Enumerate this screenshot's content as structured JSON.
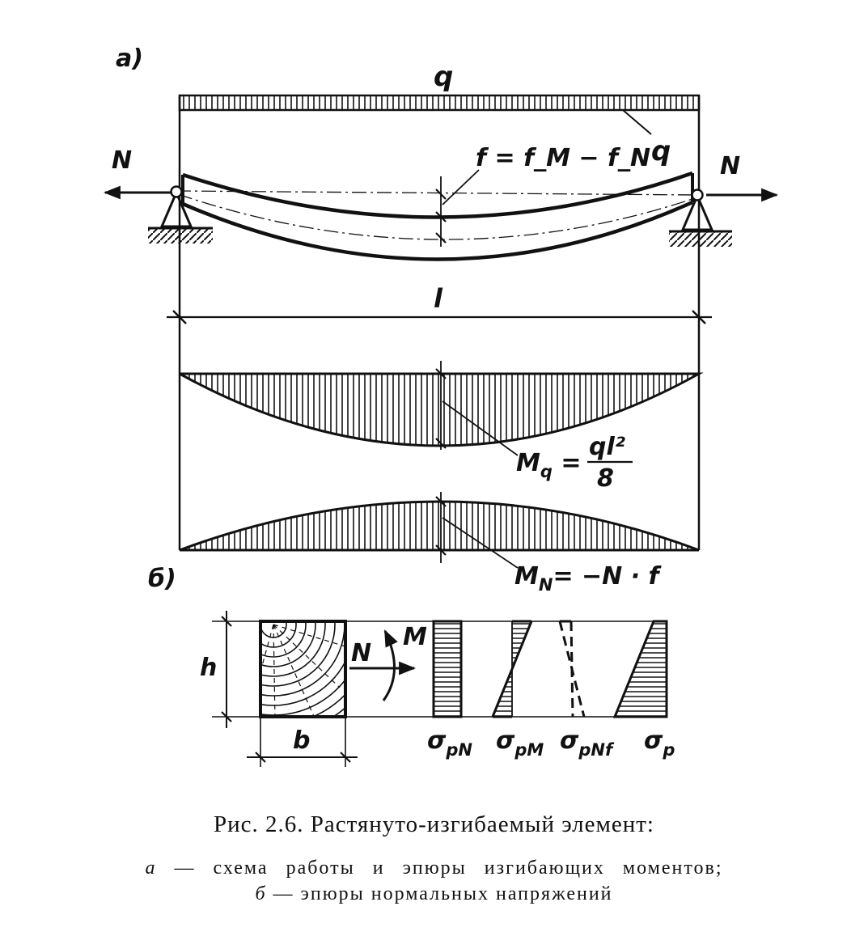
{
  "diagram": {
    "part_a_label": "а)",
    "part_b_label": "б)",
    "load_label_top": "q",
    "load_label_side": "q",
    "axial_force_left": "N",
    "axial_force_right": "N",
    "deflection_formula": "f = f_M − f_N",
    "span_label": "l",
    "moment_q": {
      "symbol": "M",
      "subscript": "q",
      "numerator": "ql²",
      "denominator": "8"
    },
    "moment_n": {
      "symbol": "M",
      "subscript": "N",
      "expression": "= −N · f"
    },
    "section": {
      "height_label": "h",
      "width_label": "b",
      "axial_label": "N",
      "moment_label": "M"
    },
    "stress_diagrams": [
      {
        "symbol": "σ",
        "subscript": "pN"
      },
      {
        "symbol": "σ",
        "subscript": "pM"
      },
      {
        "symbol": "σ",
        "subscript": "pNf"
      },
      {
        "symbol": "σ",
        "subscript": "p"
      }
    ]
  },
  "caption": {
    "title": "Рис. 2.6. Растянуто-изгибаемый элемент:",
    "line_a_letter": "а",
    "line_a_text": " — схема работы и эпюры изгибающих моментов;",
    "line_b_letter": "б",
    "line_b_text": " — эпюры нормальных напряжений"
  },
  "colors": {
    "ink": "#111111",
    "paper": "#ffffff"
  }
}
